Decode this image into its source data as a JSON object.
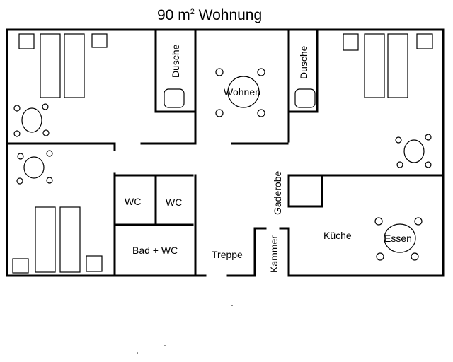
{
  "title": {
    "prefix": "90 m",
    "sup": "2",
    "suffix": " Wohnung"
  },
  "rooms": {
    "dusche_left": "Dusche",
    "dusche_right": "Dusche",
    "wohnen": "Wohnen",
    "wc1": "WC",
    "wc2": "WC",
    "bad_wc": "Bad + WC",
    "treppe": "Treppe",
    "gaderobe": "Gaderobe",
    "kammer": "Kammer",
    "kueche": "Küche",
    "essen": "Essen"
  }
}
